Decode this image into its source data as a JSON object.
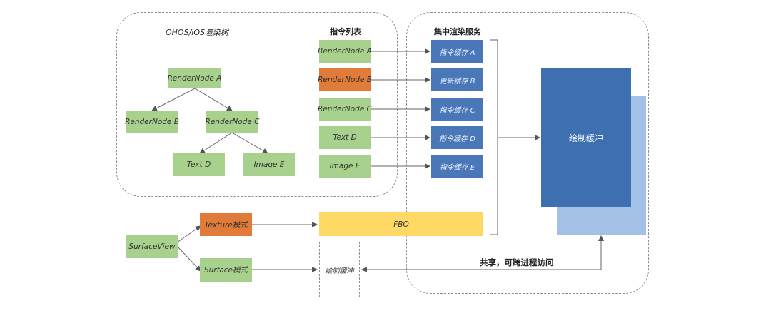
{
  "regions": {
    "render_tree_title": "OHOS/iOS渲染树",
    "command_list_title": "指令列表",
    "render_service_title": "集中渲染服务"
  },
  "tree": {
    "node_a": "RenderNode A",
    "node_b": "RenderNode B",
    "node_c": "RenderNode C",
    "text_d": "Text D",
    "image_e": "Image E"
  },
  "command_list": [
    {
      "label": "RenderNode A",
      "color": "#a9d18e"
    },
    {
      "label": "RenderNode B",
      "color": "#e07b39"
    },
    {
      "label": "RenderNode C",
      "color": "#a9d18e"
    },
    {
      "label": "Text D",
      "color": "#a9d18e"
    },
    {
      "label": "Image E",
      "color": "#a9d18e"
    }
  ],
  "caches": [
    {
      "label": "指令缓存 A"
    },
    {
      "label": "更新缓存 B"
    },
    {
      "label": "指令缓存 C"
    },
    {
      "label": "指令缓存 D"
    },
    {
      "label": "指令缓存 E"
    }
  ],
  "draw_buffer_main": "绘制缓冲",
  "surface": {
    "surface_view": "SurfaceView",
    "texture_mode": "Texture模式",
    "surface_mode": "Surface模式",
    "fbo": "FBO",
    "draw_buffer_local": "绘制缓冲"
  },
  "shared_note": "共享，可跨进程访问",
  "colors": {
    "green": "#a9d18e",
    "orange": "#e07b39",
    "blue": "#4a77b8",
    "yellow": "#ffd966",
    "big_blue": "#3e6fb0",
    "light_blue": "#a3c0e6"
  }
}
